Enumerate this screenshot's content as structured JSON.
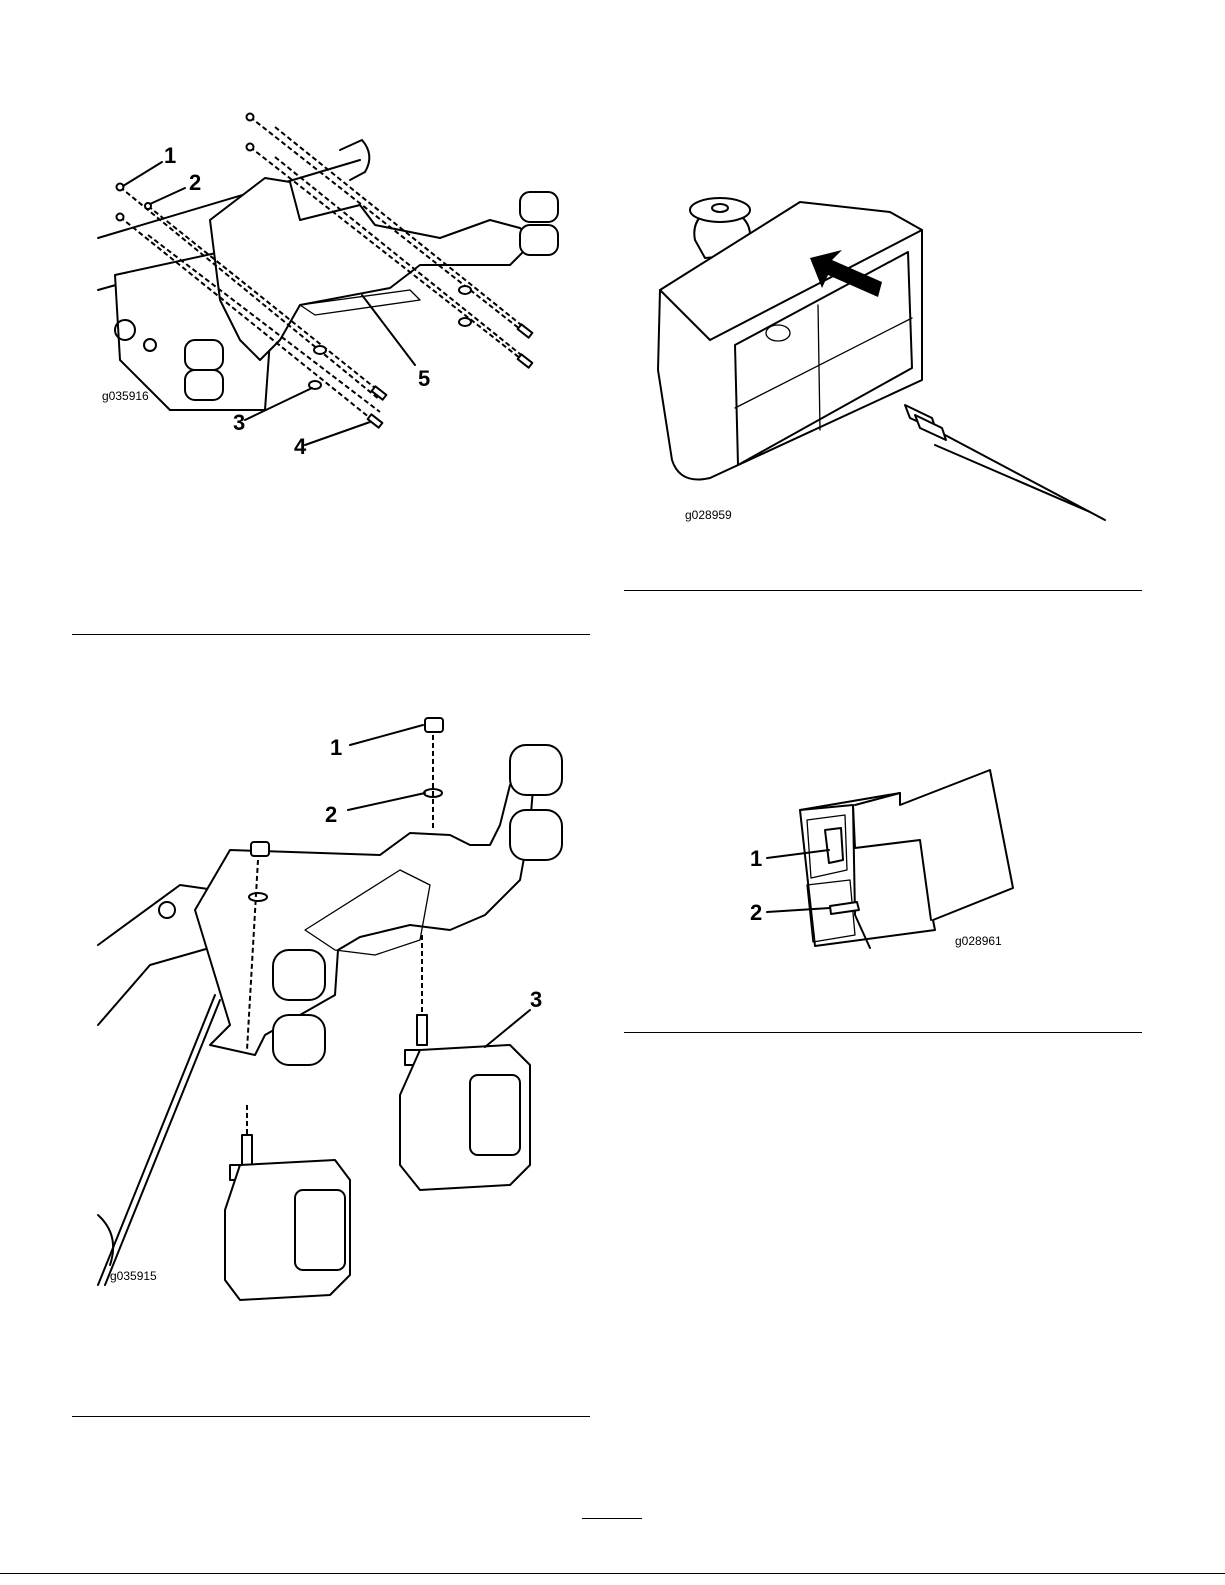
{
  "figures": {
    "fig1": {
      "id": "g035916",
      "callouts": [
        "1",
        "2",
        "3",
        "4",
        "5"
      ]
    },
    "fig2": {
      "id": "g035915",
      "callouts": [
        "1",
        "2",
        "3"
      ]
    },
    "fig3": {
      "id": "g028959"
    },
    "fig4": {
      "id": "g028961",
      "callouts": [
        "1",
        "2"
      ]
    }
  }
}
